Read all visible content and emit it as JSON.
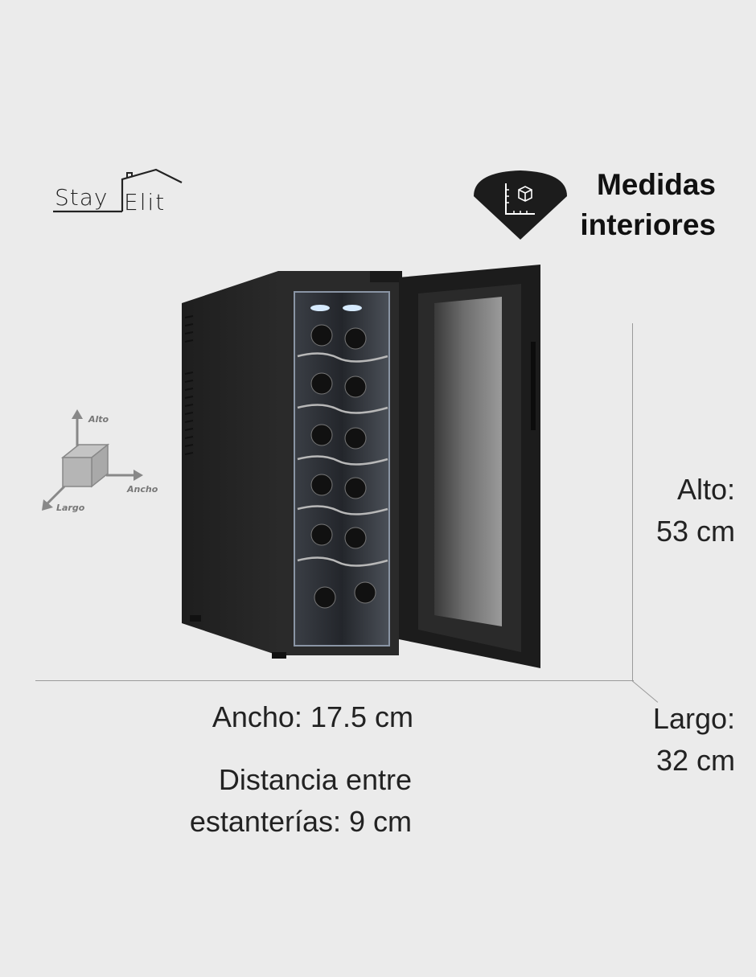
{
  "brand": {
    "name_part1": "Stay",
    "name_part2": "Elit"
  },
  "header": {
    "title_line1": "Medidas",
    "title_line2": "interiores",
    "badge_icon": "measure-cube-icon"
  },
  "axes_legend": {
    "alto": "Alto",
    "ancho": "Ancho",
    "largo": "Largo"
  },
  "dimensions": {
    "alto_label": "Alto:",
    "alto_value": "53 cm",
    "largo_label": "Largo:",
    "largo_value": "32 cm",
    "ancho_text": "Ancho: 17.5 cm",
    "distancia_line1": "Distancia entre",
    "distancia_line2": "estanterías: 9 cm"
  },
  "colors": {
    "background": "#ebebeb",
    "badge": "#1c1c1c",
    "text": "#222222",
    "guide_lines": "#9a9a9a",
    "axis_arrows": "#888888"
  }
}
